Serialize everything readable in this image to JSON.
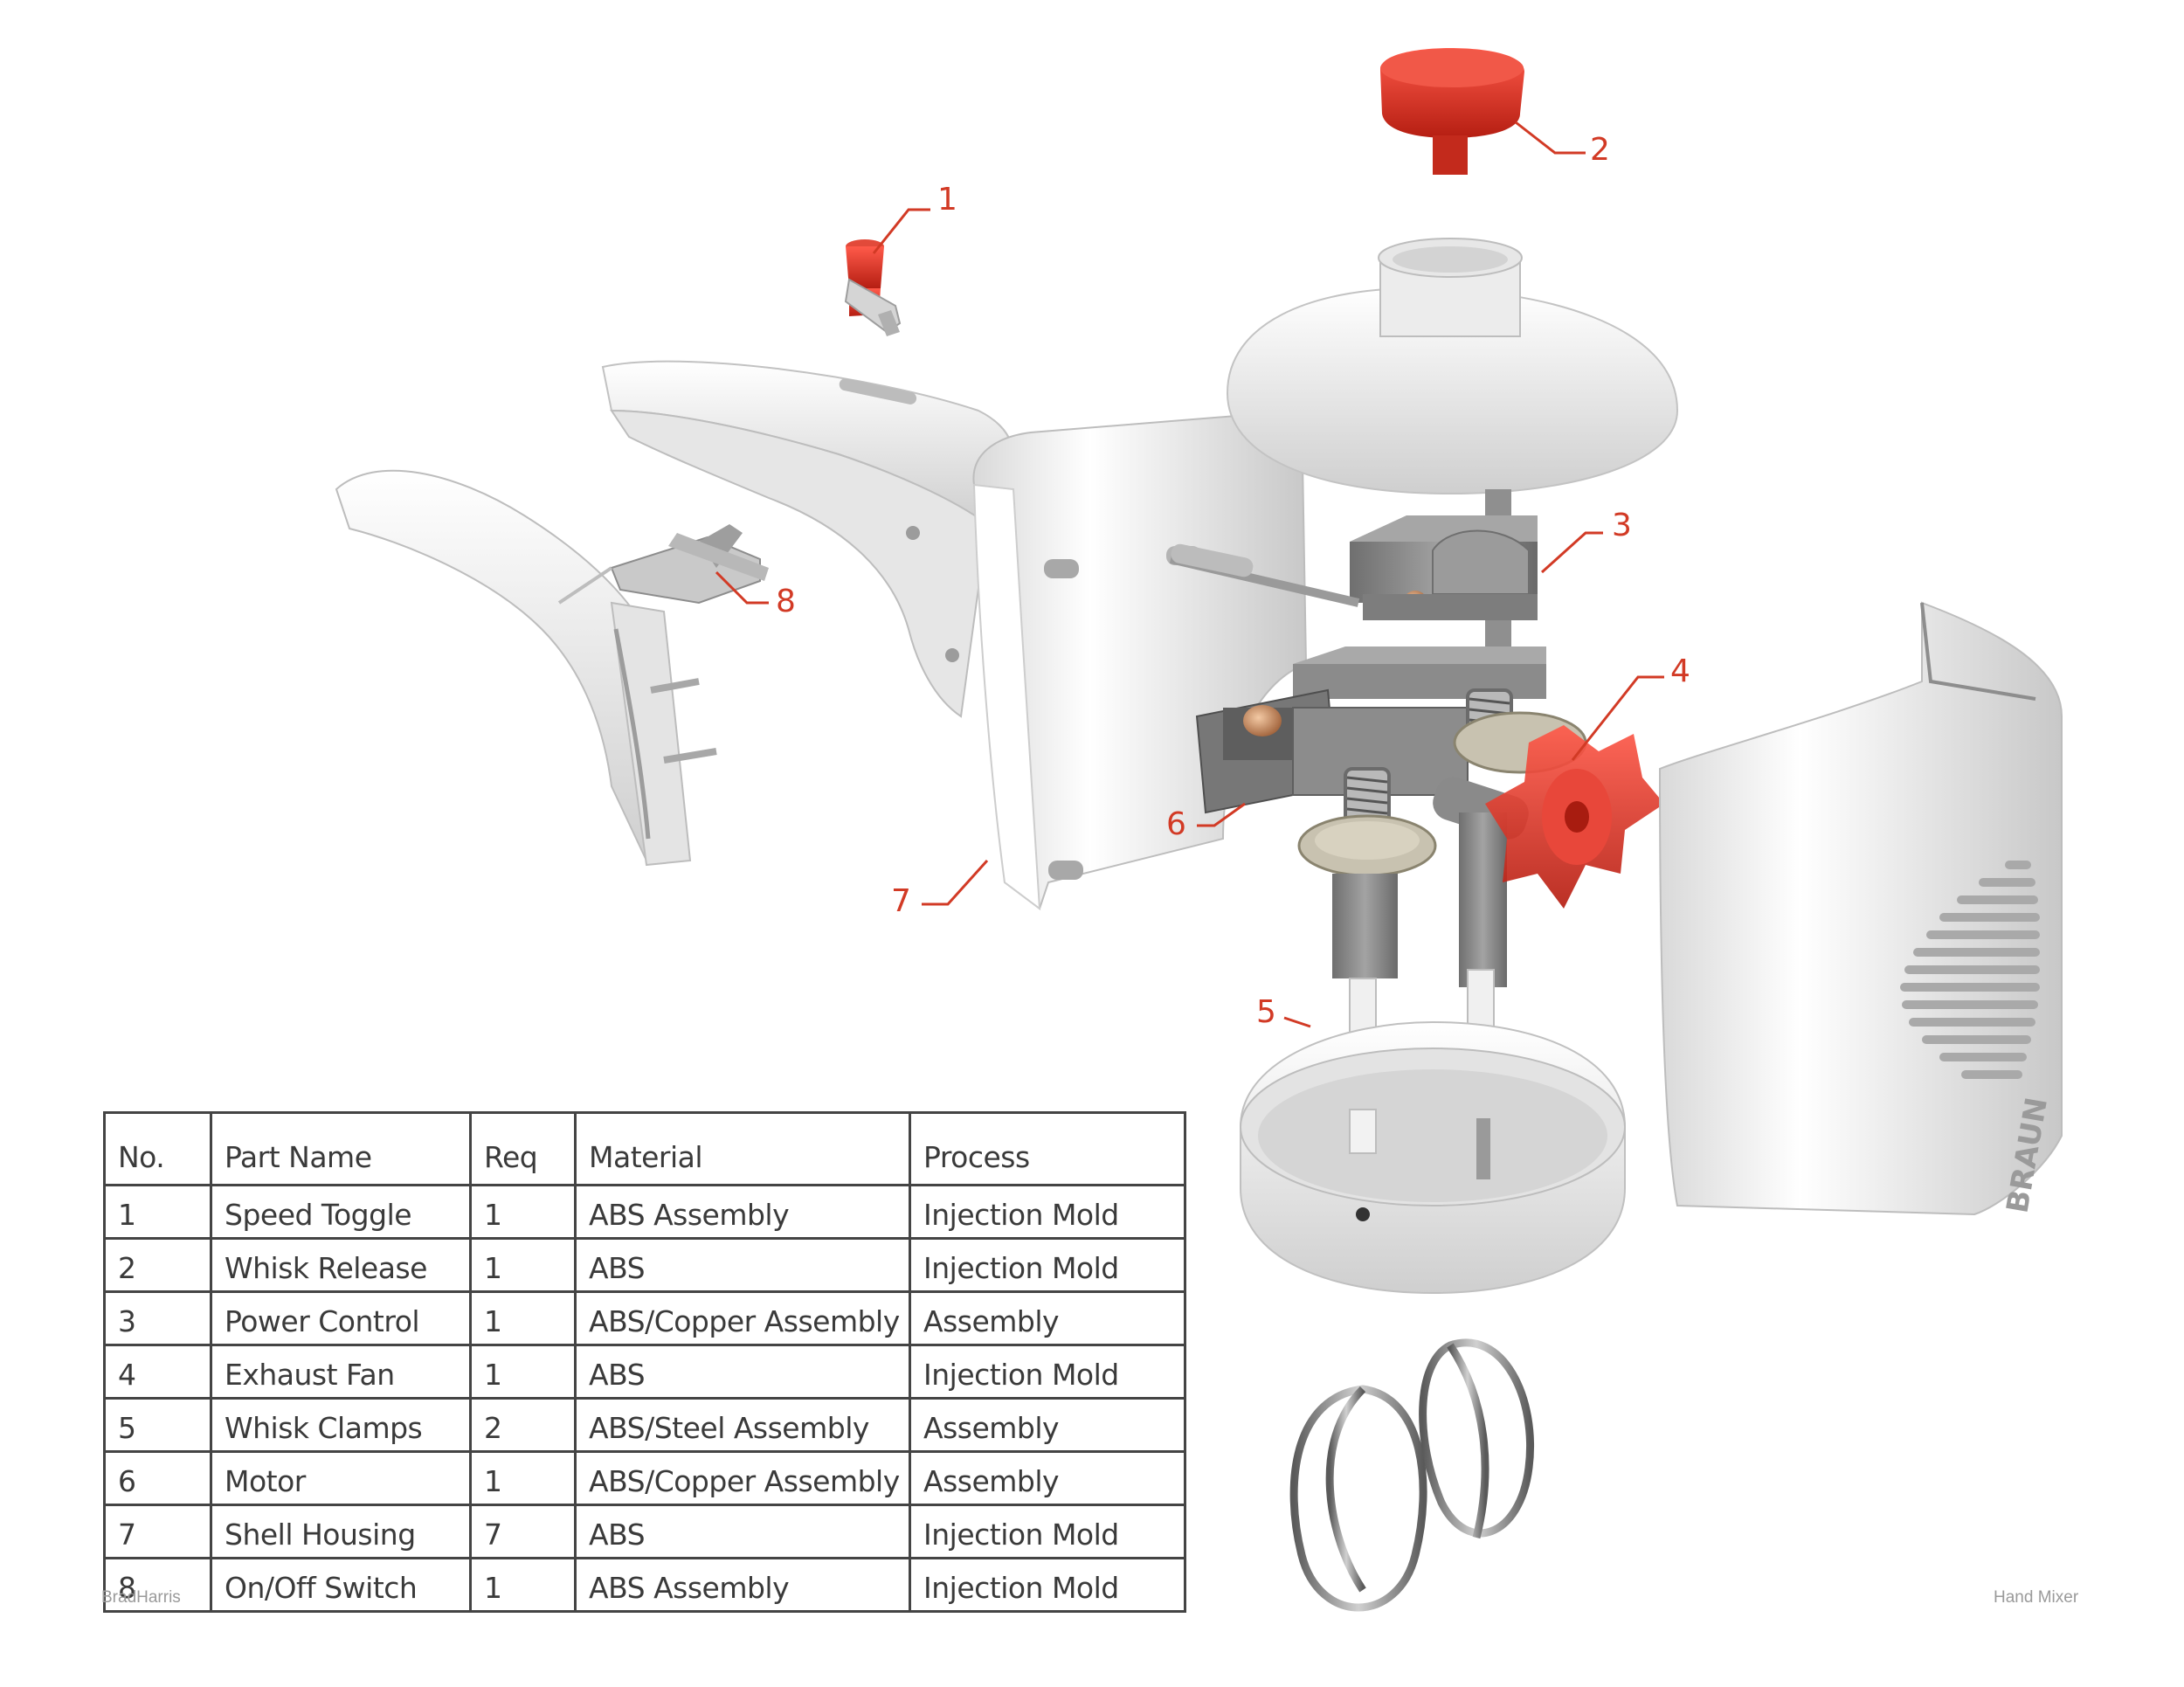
{
  "callouts": [
    {
      "number": "1",
      "part": "Speed Toggle"
    },
    {
      "number": "2",
      "part": "Whisk Release"
    },
    {
      "number": "3",
      "part": "Power Control"
    },
    {
      "number": "4",
      "part": "Exhaust Fan"
    },
    {
      "number": "5",
      "part": "Whisk Clamps"
    },
    {
      "number": "6",
      "part": "Motor"
    },
    {
      "number": "7",
      "part": "Shell Housing"
    },
    {
      "number": "8",
      "part": "On/Off Switch"
    }
  ],
  "brand_on_shell": "BRAUN",
  "table": {
    "headers": [
      "No.",
      "Part Name",
      "Req",
      "Material",
      "Process"
    ],
    "rows": [
      [
        "1",
        "Speed Toggle",
        "1",
        "ABS Assembly",
        "Injection Mold"
      ],
      [
        "2",
        "Whisk Release",
        "1",
        "ABS",
        "Injection Mold"
      ],
      [
        "3",
        "Power Control",
        "1",
        "ABS/Copper Assembly",
        "Assembly"
      ],
      [
        "4",
        "Exhaust Fan",
        "1",
        "ABS",
        "Injection Mold"
      ],
      [
        "5",
        "Whisk Clamps",
        "2",
        "ABS/Steel Assembly",
        "Assembly"
      ],
      [
        "6",
        "Motor",
        "1",
        "ABS/Copper Assembly",
        "Assembly"
      ],
      [
        "7",
        "Shell Housing",
        "7",
        "ABS",
        "Injection Mold"
      ],
      [
        "8",
        "On/Off Switch",
        "1",
        "ABS Assembly",
        "Injection Mold"
      ]
    ]
  },
  "footer": {
    "credit": "BradHarris",
    "caption": "Hand Mixer"
  },
  "colors": {
    "accent": "#d23a25",
    "shell": "#f2f2f2",
    "mechanism": "#8a8a8a",
    "copper": "#c98a5a"
  }
}
